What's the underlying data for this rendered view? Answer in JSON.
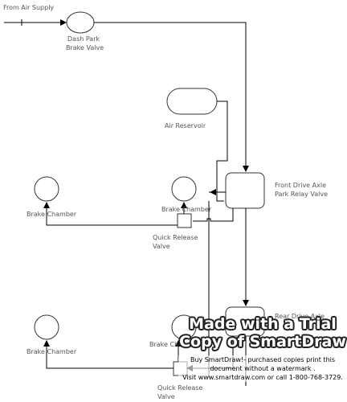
{
  "labels": {
    "air_supply": "From Air Supply",
    "dash_valve_line1": "Dash Park",
    "dash_valve_line2": "Brake Valve",
    "air_reservoir": "Air Reservoir",
    "front_relay_line1": "Front Drive Axle",
    "front_relay_line2": "Park Relay Valve",
    "brake_chamber_top_left": "Brake Chamber",
    "brake_chamber_top_mid": "Brake Chamber",
    "quick_release_top_line1": "Quick Release",
    "quick_release_top_line2": "Valve",
    "rear_relay_partial": "Rear Drive Axle",
    "brake_chamber_bottom_left": "Brake Chamber",
    "brake_chamber_bottom_mid": "Brake Ch",
    "quick_release_bottom_line1": "Quick Release",
    "quick_release_bottom_line2": "Valve"
  },
  "watermark": {
    "line1": "Made with a Trial",
    "line2": "Copy of SmartDraw",
    "line3": "Buy SmartDraw!- purchased copies print this",
    "line4": "document without a watermark .",
    "line5": "Visit www.smartdraw.com or call 1-800-768-3729."
  }
}
